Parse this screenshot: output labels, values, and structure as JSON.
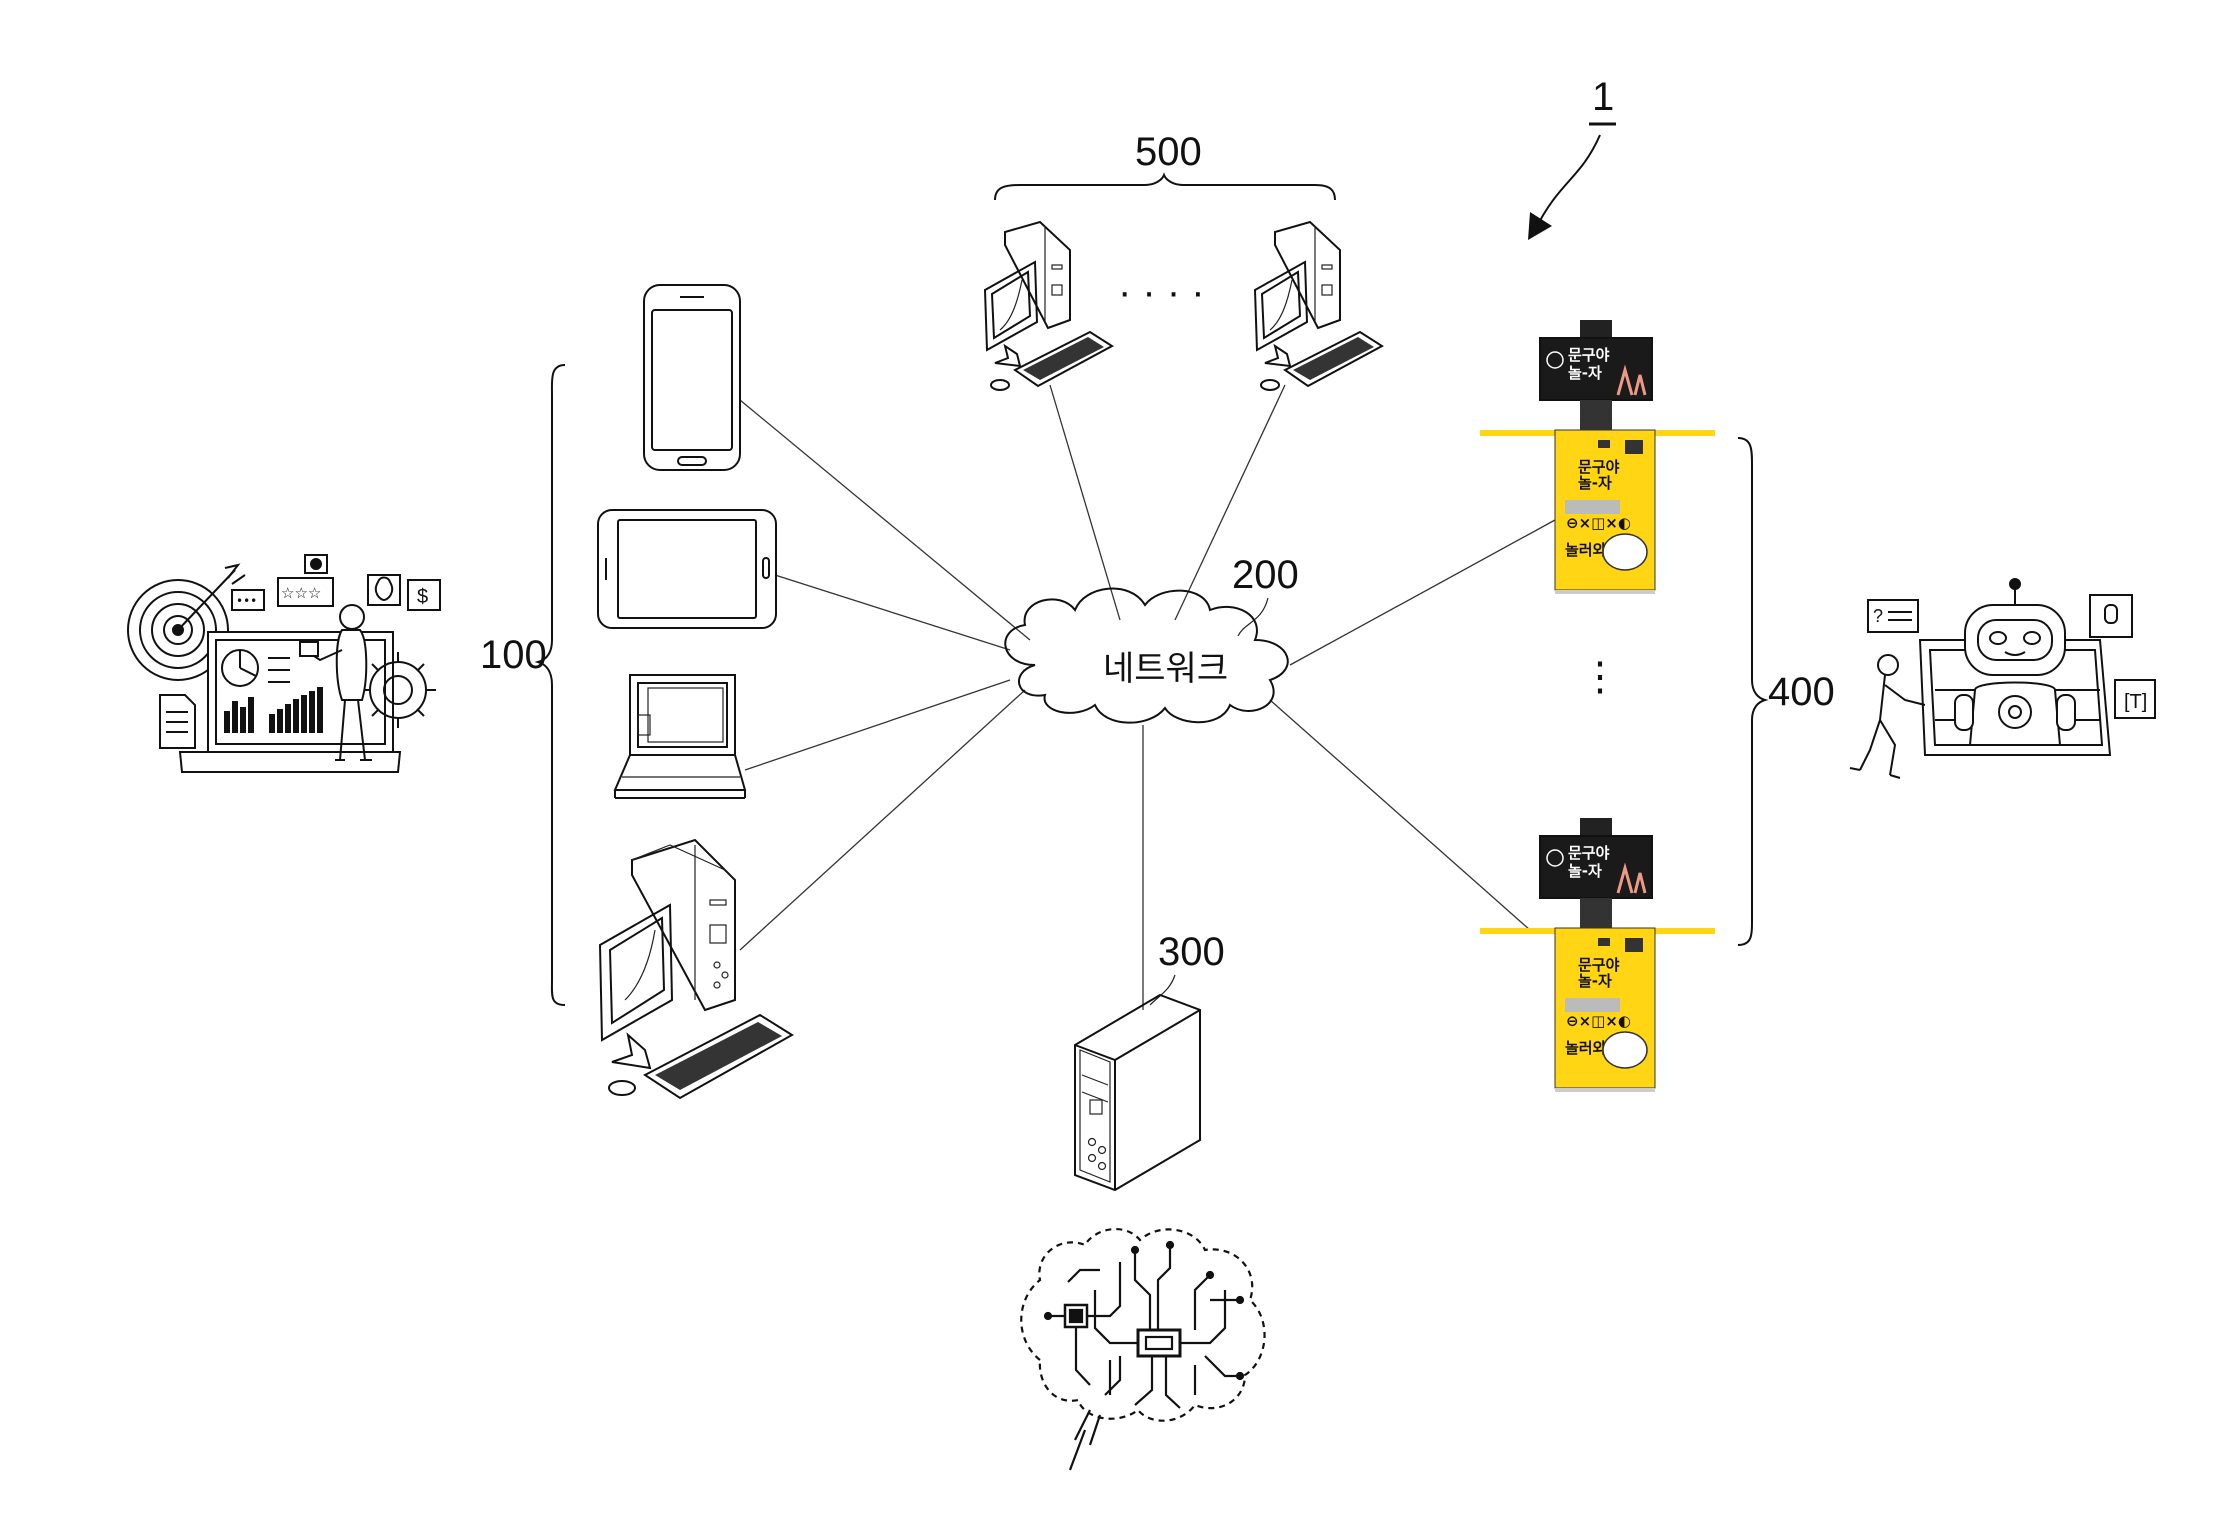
{
  "figure_ref": "1",
  "network": {
    "ref": "200",
    "label": "네트워크"
  },
  "groups": {
    "user_terminals": {
      "ref": "100"
    },
    "admin_terminals": {
      "ref": "500",
      "ellipsis": "· · · ·"
    },
    "server": {
      "ref": "300"
    },
    "kiosks": {
      "ref": "400",
      "ellipsis": "·\n·\n·"
    }
  },
  "kiosk_screen_text": [
    "문구야",
    "놀-자"
  ],
  "kiosk_body_text": [
    "문구야",
    "놀-자",
    "놀러와!"
  ],
  "colors": {
    "kiosk_yellow": "#FFD514",
    "line": "#111111",
    "screen": "#1a1a1a"
  },
  "icons": [
    "smartphone-icon",
    "tablet-icon",
    "laptop-icon",
    "desktop-computer-icon",
    "server-icon",
    "ai-brain-icon",
    "kiosk-icon",
    "robot-icon",
    "marketing-analytics-icon",
    "cloud-icon"
  ]
}
